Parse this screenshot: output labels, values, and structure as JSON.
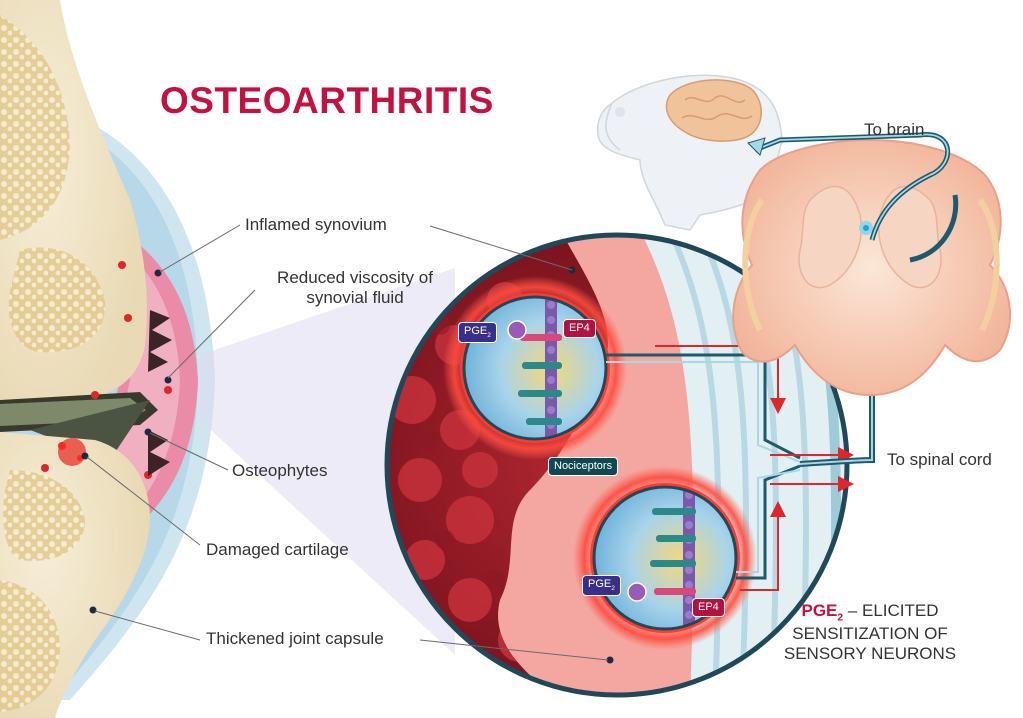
{
  "title": "OSTEOARTHRITIS",
  "labels": {
    "inflamed_synovium": "Inflamed synovium",
    "reduced_viscosity_line1": "Reduced viscosity of",
    "reduced_viscosity_line2": "synovial fluid",
    "osteophytes": "Osteophytes",
    "damaged_cartilage": "Damaged cartilage",
    "thickened_capsule": "Thickened joint capsule",
    "to_brain": "To brain",
    "to_spinal_cord": "To spinal cord"
  },
  "badges": {
    "pge": "PGE",
    "pge_subscript": "2",
    "ep4": "EP4",
    "nociceptors": "Nociceptors"
  },
  "caption": {
    "pge": "PGE",
    "pge_subscript": "2",
    "line1_rest": " – ELICITED",
    "line2": "SENSITIZATION OF",
    "line3": "SENSORY NEURONS"
  },
  "colors": {
    "title": "#c4113f",
    "accent_red": "#e0262a",
    "pathway_teal": "#1c5a6e",
    "pge_badge": "#3b2d8a",
    "ep4_badge": "#b3123f",
    "nociceptor_badge": "#0f4a52"
  }
}
